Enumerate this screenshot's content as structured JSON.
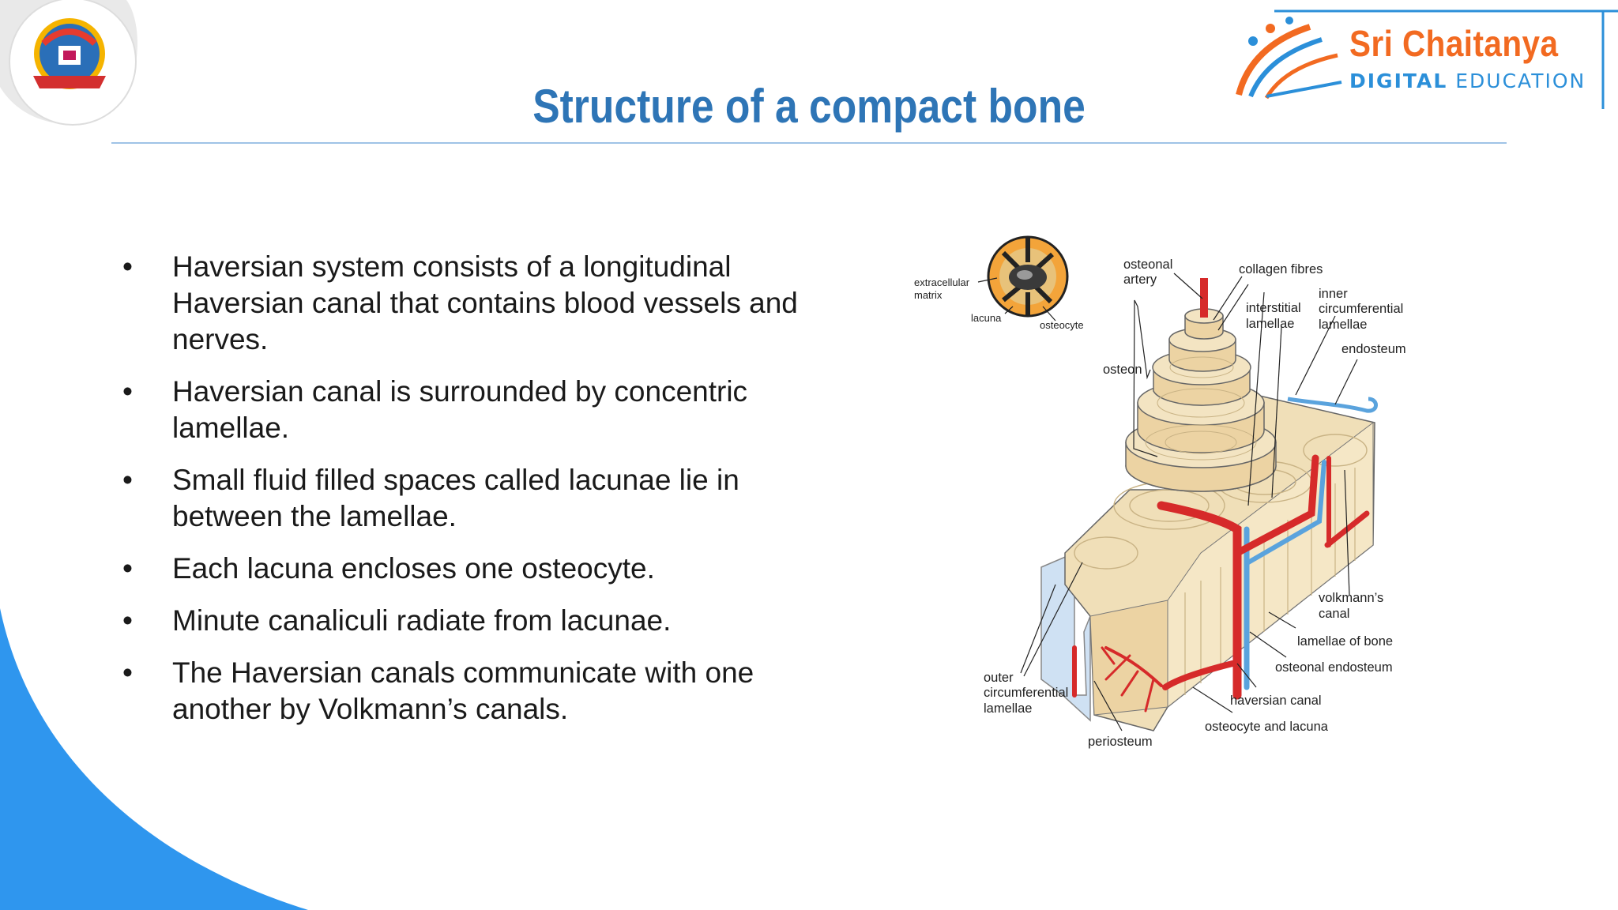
{
  "slide": {
    "title": "Structure of a compact bone",
    "brand": {
      "name": "Sri Chaitanya",
      "sub_bold": "DIGITAL",
      "sub_rest": " EDUCATION"
    },
    "bullets": [
      "Haversian system consists of a longitudinal Haversian canal that contains blood vessels and nerves.",
      "Haversian canal is surrounded by concentric lamellae.",
      "Small fluid filled spaces called lacunae lie in between the lamellae.",
      "Each lacuna encloses one osteocyte.",
      "Minute canaliculi radiate from lacunae.",
      "The Haversian canals communicate with one another by Volkmann’s canals."
    ],
    "bullet_symbol": "•"
  },
  "diagram": {
    "labels": {
      "extracellular_1": "extracellular",
      "extracellular_2": "matrix",
      "lacuna": "lacuna",
      "osteocyte": "osteocyte",
      "osteonal_artery_1": "osteonal",
      "osteonal_artery_2": "artery",
      "collagen_fibres": "collagen fibres",
      "interstitial_1": "interstitial",
      "interstitial_2": "lamellae",
      "inner_circ_1": "inner",
      "inner_circ_2": "circumferential",
      "inner_circ_3": "lamellae",
      "endosteum": "endosteum",
      "osteon": "osteon",
      "volkmanns_1": "volkmann’s",
      "volkmanns_2": "canal",
      "lamellae_of_bone": "lamellae of bone",
      "osteonal_endosteum": "osteonal endosteum",
      "haversian_canal": "haversian canal",
      "osteocyte_and_lacuna": "osteocyte and lacuna",
      "outer_circ_1": "outer",
      "outer_circ_2": "circumferential",
      "outer_circ_3": "lamellae",
      "periosteum": "periosteum"
    }
  },
  "colors": {
    "title": "#2e75b6",
    "swoosh": "#2f96ee",
    "brand_orange": "#f26a21",
    "brand_blue": "#2b8fd9",
    "bone": "#f0dfb8",
    "artery": "#d62a2a",
    "vein": "#5aa3dd"
  }
}
